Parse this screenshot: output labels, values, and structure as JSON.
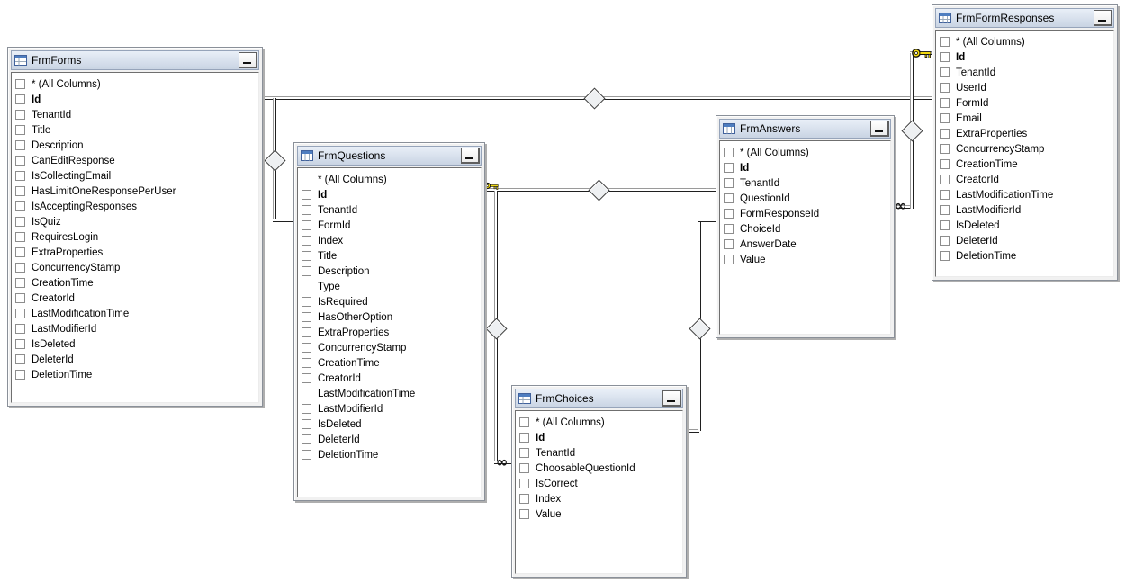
{
  "tables": [
    {
      "name": "FrmForms",
      "primary_key": [
        "Id"
      ],
      "columns": [
        "* (All Columns)",
        "Id",
        "TenantId",
        "Title",
        "Description",
        "CanEditResponse",
        "IsCollectingEmail",
        "HasLimitOneResponsePerUser",
        "IsAcceptingResponses",
        "IsQuiz",
        "RequiresLogin",
        "ExtraProperties",
        "ConcurrencyStamp",
        "CreationTime",
        "CreatorId",
        "LastModificationTime",
        "LastModifierId",
        "IsDeleted",
        "DeleterId",
        "DeletionTime"
      ]
    },
    {
      "name": "FrmQuestions",
      "primary_key": [
        "Id"
      ],
      "columns": [
        "* (All Columns)",
        "Id",
        "TenantId",
        "FormId",
        "Index",
        "Title",
        "Description",
        "Type",
        "IsRequired",
        "HasOtherOption",
        "ExtraProperties",
        "ConcurrencyStamp",
        "CreationTime",
        "CreatorId",
        "LastModificationTime",
        "LastModifierId",
        "IsDeleted",
        "DeleterId",
        "DeletionTime"
      ]
    },
    {
      "name": "FrmAnswers",
      "primary_key": [
        "Id"
      ],
      "columns": [
        "* (All Columns)",
        "Id",
        "TenantId",
        "QuestionId",
        "FormResponseId",
        "ChoiceId",
        "AnswerDate",
        "Value"
      ]
    },
    {
      "name": "FrmChoices",
      "primary_key": [
        "Id"
      ],
      "columns": [
        "* (All Columns)",
        "Id",
        "TenantId",
        "ChoosableQuestionId",
        "IsCorrect",
        "Index",
        "Value"
      ]
    },
    {
      "name": "FrmFormResponses",
      "primary_key": [
        "Id"
      ],
      "columns": [
        "* (All Columns)",
        "Id",
        "TenantId",
        "UserId",
        "FormId",
        "Email",
        "ExtraProperties",
        "ConcurrencyStamp",
        "CreationTime",
        "CreatorId",
        "LastModificationTime",
        "LastModifierId",
        "IsDeleted",
        "DeleterId",
        "DeletionTime"
      ]
    }
  ],
  "relationships": [
    {
      "from": "FrmForms.Id",
      "to": "FrmFormResponses.FormId"
    },
    {
      "from": "FrmForms.Id",
      "to": "FrmQuestions.FormId"
    },
    {
      "from": "FrmQuestions.Id",
      "to": "FrmAnswers.QuestionId"
    },
    {
      "from": "FrmQuestions.Id",
      "to": "FrmChoices.ChoosableQuestionId"
    },
    {
      "from": "FrmChoices.Id",
      "to": "FrmAnswers.ChoiceId"
    },
    {
      "from": "FrmFormResponses.Id",
      "to": "FrmAnswers.FormResponseId"
    }
  ],
  "icons": {
    "many": "∞",
    "key_color": "#f2d90e",
    "header_gradient_top": "#e9eff8",
    "header_gradient_bottom": "#c9d4e3"
  }
}
